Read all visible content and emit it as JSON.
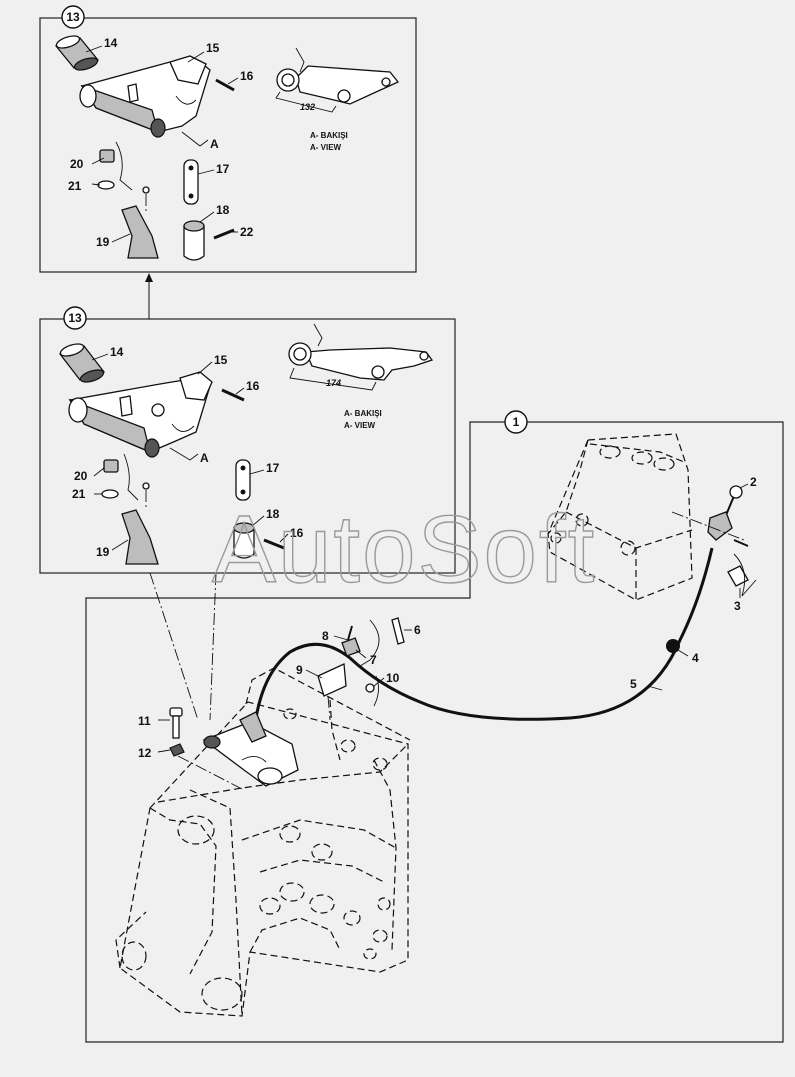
{
  "watermark": "AutoSoft",
  "groups": {
    "group_1": "1",
    "group_13_upper": "13",
    "group_13_lower": "13"
  },
  "views": {
    "upper": {
      "caption_tr": "A- BAKIŞI",
      "caption_en": "A- VIEW",
      "dimension": "132",
      "view_marker": "A"
    },
    "lower": {
      "caption_tr": "A- BAKIŞI",
      "caption_en": "A- VIEW",
      "dimension": "174",
      "view_marker": "A"
    }
  },
  "callouts": {
    "upper": [
      "14",
      "15",
      "16",
      "17",
      "18",
      "19",
      "20",
      "21",
      "22"
    ],
    "lower": [
      "14",
      "15",
      "16",
      "17",
      "18",
      "16",
      "19",
      "20",
      "21"
    ],
    "main": [
      "2",
      "3",
      "4",
      "5",
      "6",
      "7",
      "8",
      "9",
      "10",
      "11",
      "12"
    ]
  }
}
